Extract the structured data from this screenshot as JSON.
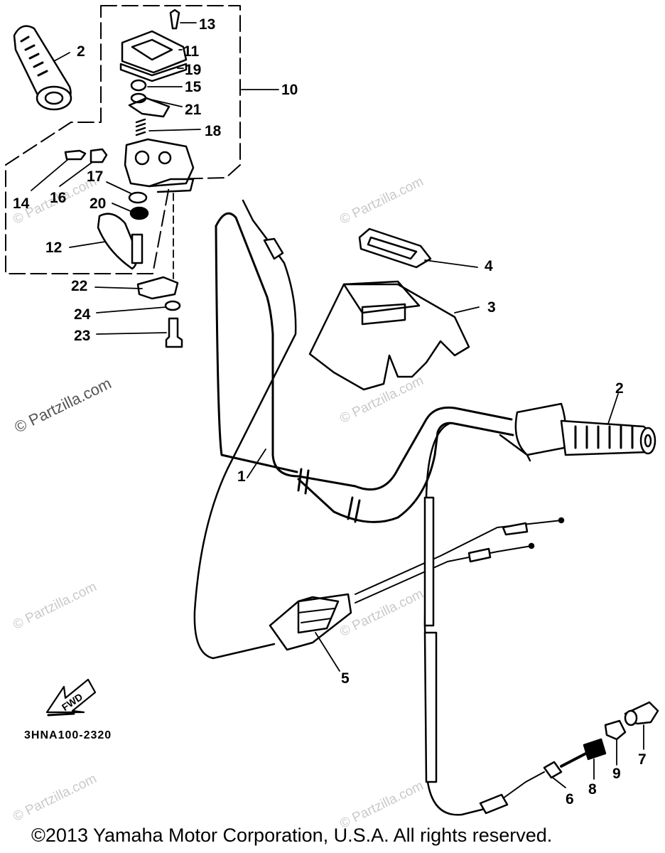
{
  "callouts": {
    "p1": "1",
    "p2a": "2",
    "p2b": "2",
    "p3": "3",
    "p4": "4",
    "p5": "5",
    "p6": "6",
    "p7": "7",
    "p8": "8",
    "p9": "9",
    "p10": "10",
    "p11": "11",
    "p12": "12",
    "p13": "13",
    "p14": "14",
    "p15": "15",
    "p16": "16",
    "p17": "17",
    "p18": "18",
    "p19": "19",
    "p20": "20",
    "p21": "21",
    "p22": "22",
    "p23": "23",
    "p24": "24"
  },
  "fwd_label": "FWD",
  "diagram_code": "3HNA100-2320",
  "copyright": "©2013 Yamaha Motor Corporation, U.S.A. All rights reserved.",
  "watermark": "© Partzilla.com"
}
